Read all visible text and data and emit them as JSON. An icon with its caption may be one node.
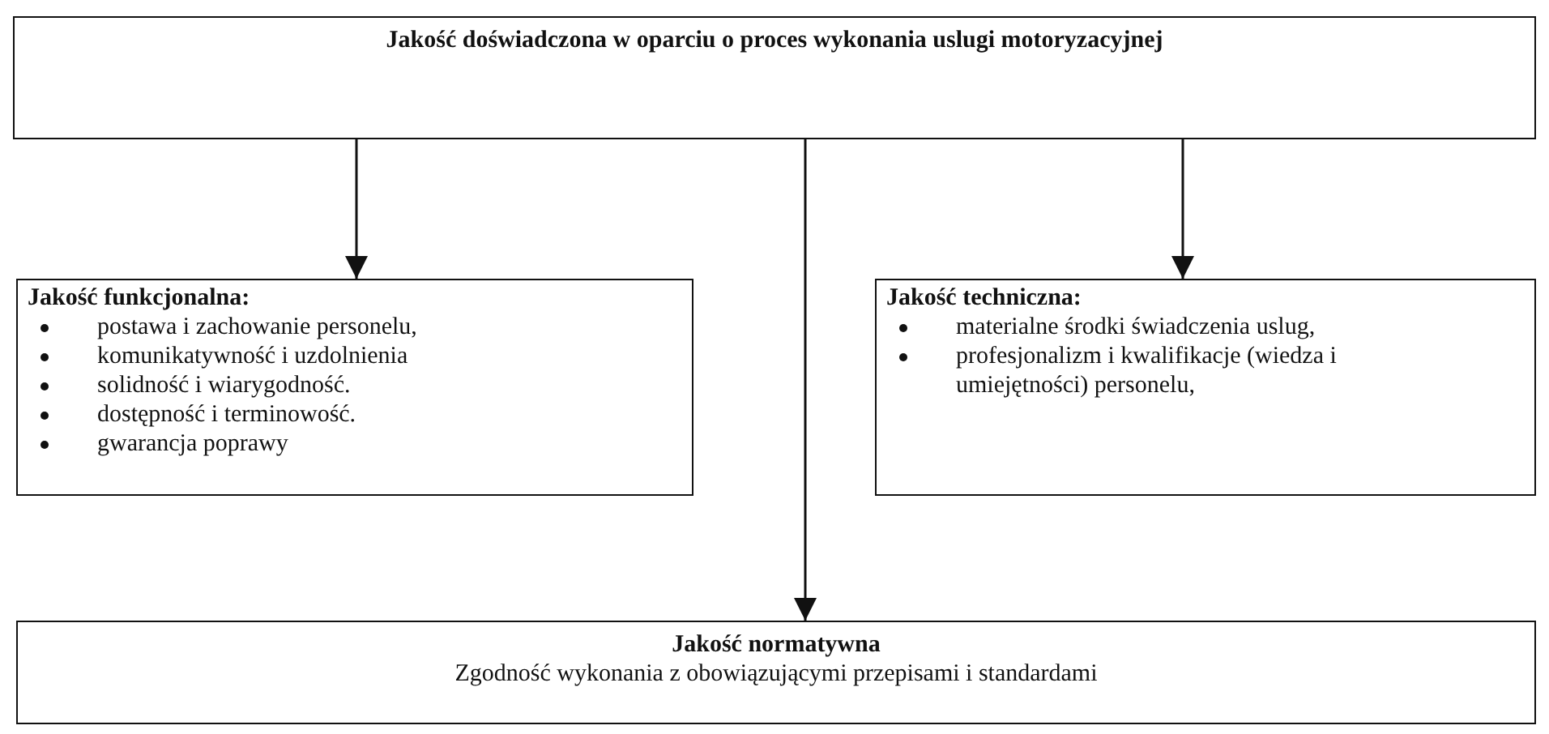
{
  "diagram": {
    "nodes": [
      {
        "text": [
          "Jakość doświadczona w oparciu o proces wykonania uslugi motoryzacyjnej"
        ]
      },
      {
        "text": [
          "Jakość funkcjonalna:",
          "postawa i zachowanie personelu,",
          "komunikatywność i uzdolnienia",
          "solidność i wiarygodność.",
          "dostępność i terminowość.",
          "gwarancja poprawy"
        ]
      },
      {
        "text": [
          "Jakość techniczna:",
          "materialne środki świadczenia uslug,",
          "profesjonalizm  i kwalifikacje (wiedza i umiejętności) personelu,"
        ]
      },
      {
        "text": [
          "Jakość normatywna",
          "Zgodność wykonania z obowiązującymi przepisami i standardami"
        ]
      }
    ],
    "edges": [
      {
        "from": 0,
        "to": 1,
        "arrow": "to"
      },
      {
        "from": 0,
        "to": 3,
        "arrow": "to"
      },
      {
        "from": 0,
        "to": 2,
        "arrow": "to"
      }
    ]
  }
}
